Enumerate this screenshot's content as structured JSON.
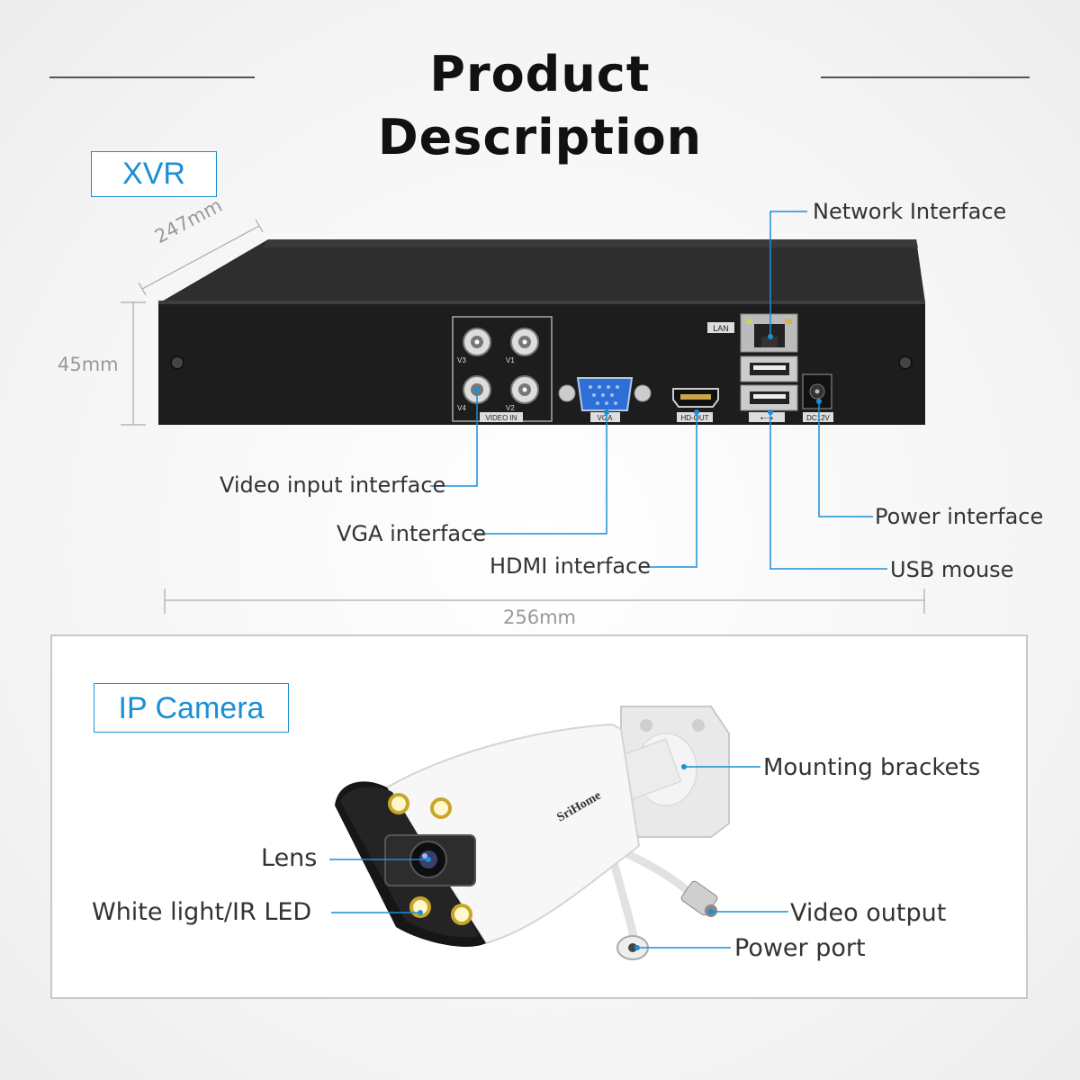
{
  "title": "Product Description",
  "xvr": {
    "label": "XVR",
    "dimensions": {
      "depth": "247mm",
      "height": "45mm",
      "width": "256mm"
    },
    "panel_labels": {
      "lan": "LAN",
      "video_in": "VIDEO IN",
      "vga": "VGA",
      "hd_out": "HD-OUT",
      "dc12v": "DC12V",
      "v1": "V1",
      "v2": "V2",
      "v3": "V3",
      "v4": "V4"
    },
    "callouts": {
      "network": "Network Interface",
      "video_input": "Video input interface",
      "vga": "VGA interface",
      "hdmi": "HDMI interface",
      "power": "Power interface",
      "usb": "USB mouse"
    }
  },
  "camera": {
    "label": "IP Camera",
    "brand": "SriHome",
    "callouts": {
      "mounting": "Mounting brackets",
      "lens": "Lens",
      "led": "White light/IR LED",
      "video_output": "Video output",
      "power_port": "Power port"
    }
  },
  "colors": {
    "accent": "#1a8fd6",
    "device_body": "#1f1f1f",
    "callout_text": "#333333"
  }
}
